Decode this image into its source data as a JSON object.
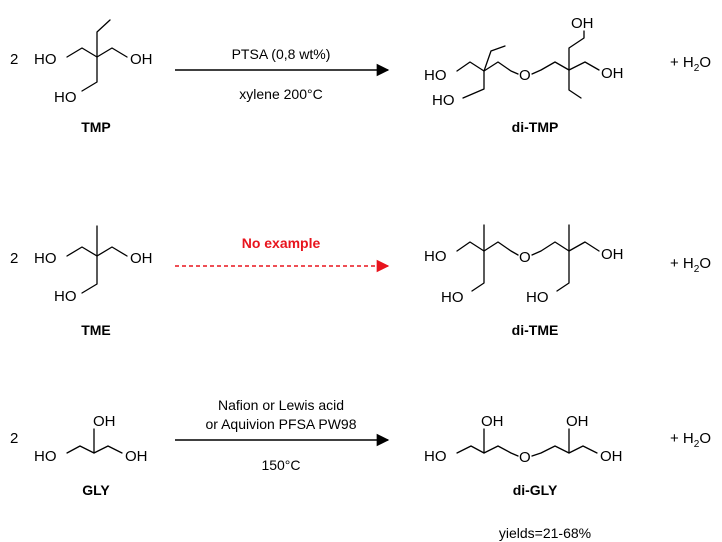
{
  "colors": {
    "ink": "#000000",
    "no_example": "#e8141d"
  },
  "reactions": [
    {
      "coefficient": "2",
      "reactant": {
        "name": "TMP",
        "oh_left": "HO",
        "oh_right": "OH",
        "oh_bottom": "HO"
      },
      "conditions_top": "PTSA (0,8 wt%)",
      "conditions_bottom": "xylene 200°C",
      "product": {
        "name": "di-TMP",
        "ho_left": "HO",
        "ho_bottom": "HO",
        "o_bridge": "O",
        "oh_top": "OH",
        "oh_right": "OH"
      },
      "byproduct": {
        "prefix": "+ H",
        "sub": "2",
        "suffix": "O"
      }
    },
    {
      "coefficient": "2",
      "reactant": {
        "name": "TME",
        "oh_left": "HO",
        "oh_right": "OH",
        "oh_bottom": "HO"
      },
      "conditions_top": "No example",
      "product": {
        "name": "di-TME",
        "ho_left": "HO",
        "ho_bottom": "HO",
        "o_bridge": "O",
        "ho_bottom2": "HO",
        "oh_right": "OH"
      },
      "byproduct": {
        "prefix": "+ H",
        "sub": "2",
        "suffix": "O"
      }
    },
    {
      "coefficient": "2",
      "reactant": {
        "name": "GLY",
        "oh_left": "HO",
        "oh_top": "OH",
        "oh_right": "OH"
      },
      "conditions_top": "Nafion or Lewis acid",
      "conditions_top2": "or Aquivion PFSA PW98",
      "conditions_bottom": "150°C",
      "product": {
        "name": "di-GLY",
        "ho_left": "HO",
        "oh_top1": "OH",
        "o_bridge": "O",
        "oh_top2": "OH",
        "oh_right": "OH"
      },
      "byproduct": {
        "prefix": "+ H",
        "sub": "2",
        "suffix": "O"
      },
      "yield_note": "yields=21-68%"
    }
  ]
}
